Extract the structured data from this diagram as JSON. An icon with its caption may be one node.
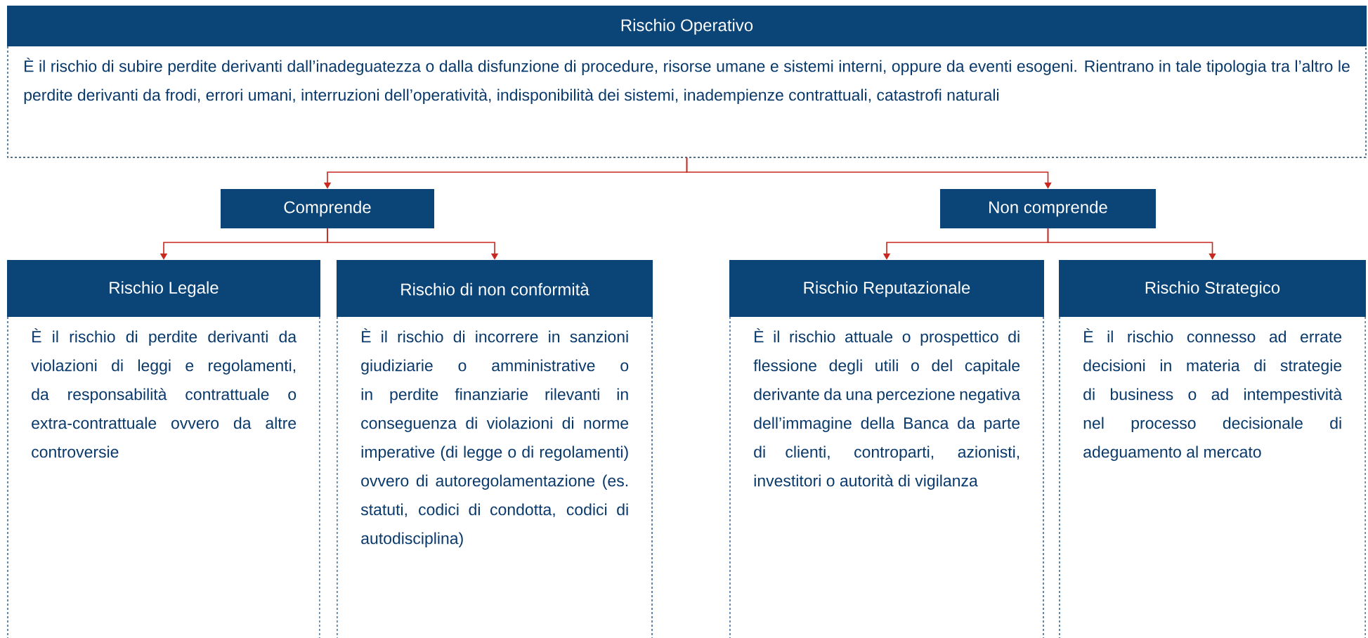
{
  "diagram": {
    "nodes": [
      {
        "text": [
          "Rischio Operativo",
          "È il rischio di subire perdite derivanti dall’inadeguatezza o dalla disfunzione di procedure, risorse umane e sistemi interni, oppure da eventi esogeni. Rientrano in tale tipologia tra l’altro le perdite derivanti da frodi, errori umani, interruzioni dell’operatività, indisponibilità dei sistemi, inadempienze contrattuali, catastrofi naturali"
        ]
      },
      {
        "text": [
          "Comprende"
        ]
      },
      {
        "text": [
          "Non comprende"
        ]
      },
      {
        "text": [
          "Rischio Legale",
          "È il rischio di perdite derivanti da violazioni di leggi e regolamenti, da responsabilità contrattuale o extra-contrattuale ovvero da altre controversie"
        ]
      },
      {
        "text": [
          "Rischio di non conformità",
          "È il rischio di incorrere in sanzioni giudiziarie o amministrative o in perdite finanziarie rilevanti in conseguenza di violazioni di norme imperative (di legge o di regolamenti) ovvero di autoregolamentazione (es. statuti, codici di condotta, codici di autodisciplina)"
        ]
      },
      {
        "text": [
          "Rischio Reputazionale",
          "È il rischio attuale o prospettico di flessione degli utili o del capitale derivante da una percezione negativa dell’immagine della Banca da parte di clienti, controparti, azionisti, investitori o autorità di vigilanza"
        ]
      },
      {
        "text": [
          "Rischio Strategico",
          "È il rischio connesso ad errate decisioni in materia di strategie di business o ad intempestività nel processo decisionale di adeguamento al mercato"
        ]
      }
    ],
    "edges": [
      {
        "from": 0,
        "to": 1,
        "arrow": "to",
        "color": "#c8281e"
      },
      {
        "from": 0,
        "to": 2,
        "arrow": "to",
        "color": "#c8281e"
      },
      {
        "from": 1,
        "to": 3,
        "arrow": "to",
        "color": "#c8281e"
      },
      {
        "from": 1,
        "to": 4,
        "arrow": "to",
        "color": "#c8281e"
      },
      {
        "from": 2,
        "to": 5,
        "arrow": "to",
        "color": "#c8281e"
      },
      {
        "from": 2,
        "to": 6,
        "arrow": "to",
        "color": "#c8281e"
      }
    ]
  }
}
